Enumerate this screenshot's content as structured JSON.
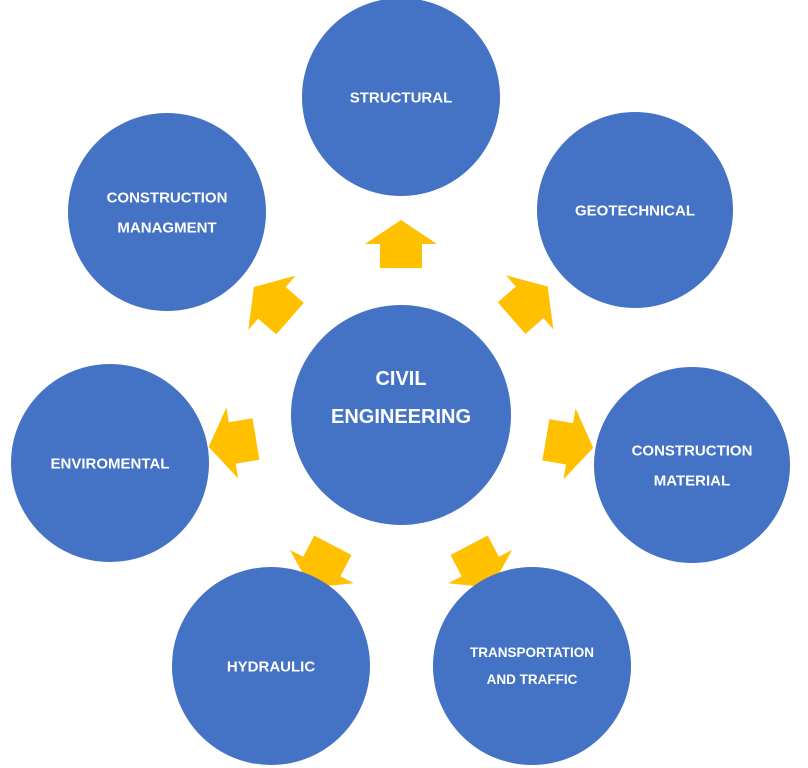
{
  "colors": {
    "circle": "#4472C4",
    "arrow": "#FFC000",
    "text": "#FFFFFF"
  },
  "center": {
    "lines": [
      "CIVIL",
      "ENGINEERING"
    ]
  },
  "branches": [
    {
      "lines": [
        "STRUCTURAL"
      ]
    },
    {
      "lines": [
        "GEOTECHNICAL"
      ]
    },
    {
      "lines": [
        "CONSTRUCTION",
        "MATERIAL"
      ]
    },
    {
      "lines": [
        "TRANSPORTATION",
        "AND TRAFFIC"
      ]
    },
    {
      "lines": [
        "HYDRAULIC"
      ]
    },
    {
      "lines": [
        "ENVIROMENTAL"
      ]
    },
    {
      "lines": [
        "CONSTRUCTION",
        "MANAGMENT"
      ]
    }
  ]
}
